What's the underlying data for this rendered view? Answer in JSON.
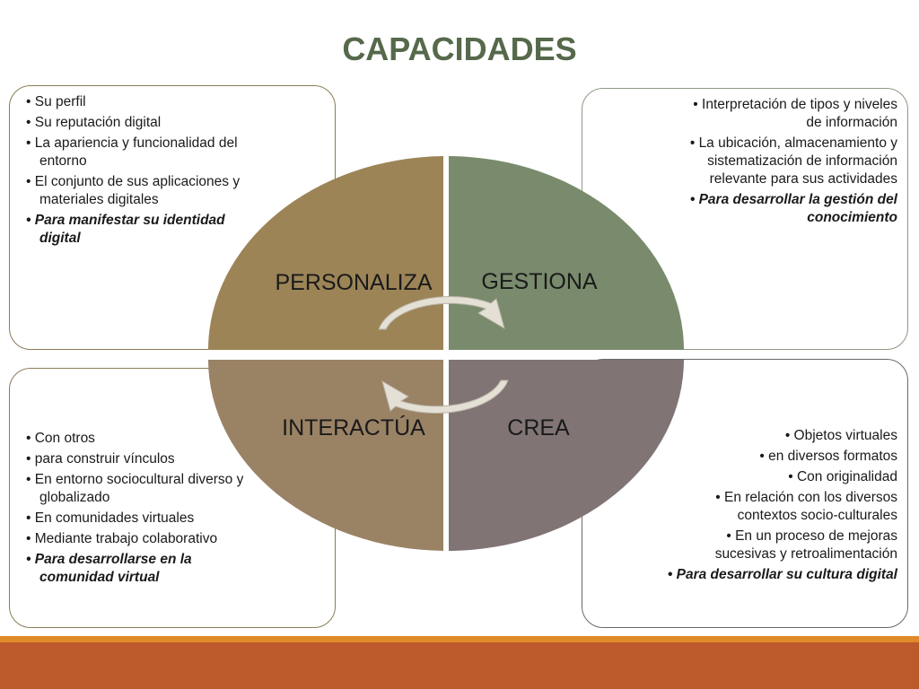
{
  "title": "CAPACIDADES",
  "quadrants": [
    {
      "label": "PERSONALIZA",
      "color": "#9c8457"
    },
    {
      "label": "GESTIONA",
      "color": "#798b6c"
    },
    {
      "label": "INTERACTÚA",
      "color": "#9a8265"
    },
    {
      "label": "CREA",
      "color": "#807474"
    }
  ],
  "boxes": {
    "top_left": {
      "items": [
        "Su perfil",
        "Su reputación digital",
        "La apariencia y funcionalidad del entorno",
        "El conjunto de sus aplicaciones y materiales digitales"
      ],
      "emphasis": "Para manifestar su identidad digital"
    },
    "top_right": {
      "items": [
        "Interpretación de tipos y niveles de información",
        "La ubicación, almacenamiento y sistematización de información relevante para sus actividades"
      ],
      "emphasis": "Para desarrollar la gestión del conocimiento"
    },
    "bottom_left": {
      "items": [
        "Con otros",
        "para construir vínculos",
        "En entorno sociocultural diverso y globalizado",
        "En comunidades virtuales",
        "Mediante trabajo colaborativo"
      ],
      "emphasis": "Para desarrollarse en la comunidad virtual"
    },
    "bottom_right": {
      "items": [
        "Objetos virtuales",
        "en diversos formatos",
        "Con originalidad",
        "En relación con los diversos contextos socio-culturales",
        "En un proceso de mejoras sucesivas y retroalimentación"
      ],
      "emphasis": "Para desarrollar su cultura digital"
    }
  },
  "theme": {
    "title_color": "#56694b",
    "bar_orange": "#e08a2a",
    "bar_rust": "#bc5a2c",
    "arrow_color": "#e4e0d6"
  },
  "icons": [
    "cycle-arrow-icon"
  ]
}
